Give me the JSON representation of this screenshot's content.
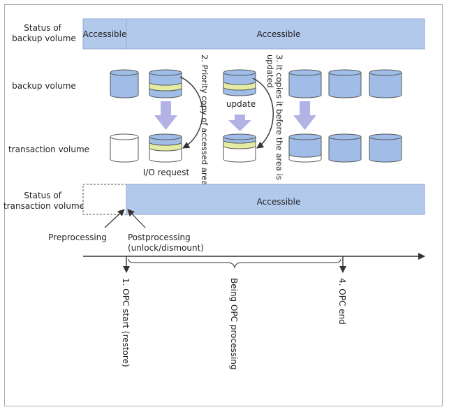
{
  "labels": {
    "status_backup": [
      "Status of",
      "backup volume"
    ],
    "backup_volume": "backup volume",
    "transaction_volume": "transaction volume",
    "status_transaction": [
      "Status of",
      "transaction volume"
    ],
    "preprocessing": "Preprocessing",
    "postprocessing": "Postprocessing",
    "postprocessing_detail": "(unlock/dismount)",
    "update": "update",
    "io_request": "I/O request"
  },
  "status_bars": {
    "backup_short": "Accessible",
    "backup_long": "Accessible",
    "transaction": "Accessible"
  },
  "notes": {
    "priority_copy": "2. Priority copy of accessed area",
    "copies_before_1": "3. It copies it before the area is",
    "copies_before_2": "updated"
  },
  "timeline": {
    "opc_start": "1. OPC start (restore)",
    "being_opc": "Being OPC processing",
    "opc_end": "4. OPC end"
  },
  "colors": {
    "bar_fill": "#b3c9ec",
    "bar_stroke": "#8fa8d2",
    "disk_fill": "#9fbde6",
    "stripe": "#e4eca4",
    "arrow": "#b2b2e4",
    "frame": "#b0b0b0"
  }
}
